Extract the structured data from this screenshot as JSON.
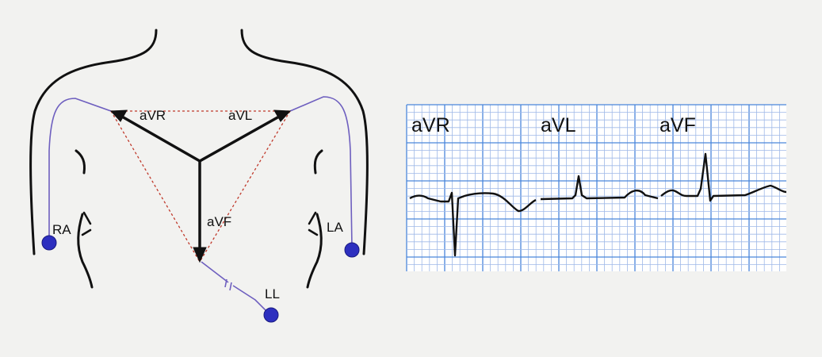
{
  "colors": {
    "background": "#f2f2f0",
    "outline": "#111111",
    "vector": "#111111",
    "triangle_dotted": "#c0392b",
    "lead_wire": "#6e5fbf",
    "electrode": "#2d2fbf",
    "grid_fine": "#9fb9e8",
    "grid_major": "#4a86db",
    "trace": "#111111"
  },
  "diagram": {
    "vectors": [
      {
        "id": "avr",
        "label": "aVR"
      },
      {
        "id": "avl",
        "label": "aVL"
      },
      {
        "id": "avf",
        "label": "aVF"
      }
    ],
    "electrodes": [
      {
        "id": "ra",
        "label": "RA"
      },
      {
        "id": "la",
        "label": "LA"
      },
      {
        "id": "ll",
        "label": "LL"
      }
    ]
  },
  "ecg": {
    "leads": [
      {
        "id": "avr",
        "label": "aVR",
        "qrs": "negative"
      },
      {
        "id": "avl",
        "label": "aVL",
        "qrs": "small-positive"
      },
      {
        "id": "avf",
        "label": "aVF",
        "qrs": "positive"
      }
    ]
  }
}
